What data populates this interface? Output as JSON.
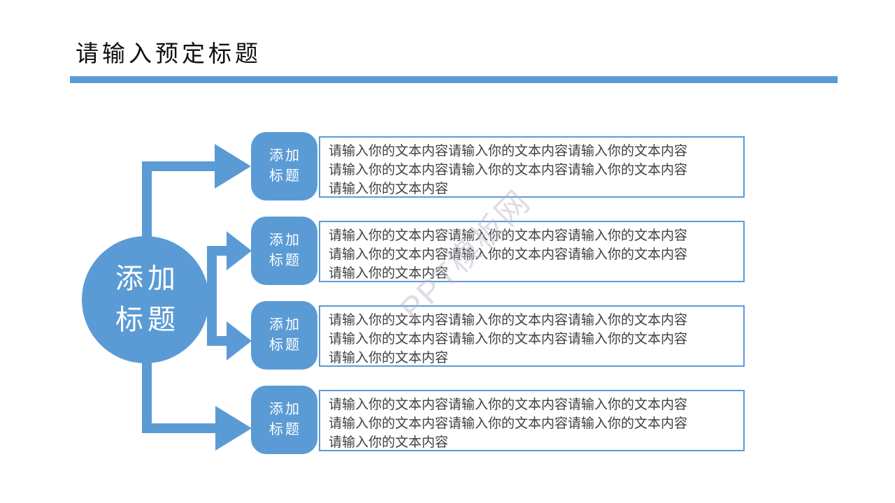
{
  "theme": {
    "accent_color": "#5B9BD5",
    "body_text_color": "#3f3f3f",
    "title_color": "#0f0f0f"
  },
  "header": {
    "title": "请输入预定标题"
  },
  "diagram": {
    "center_node": {
      "line1": "添加",
      "line2": "标题"
    },
    "rows": [
      {
        "badge": {
          "line1": "添加",
          "line2": "标题"
        },
        "body_lines": [
          "请输入你的文本内容请输入你的文本内容请输入你的文本内容",
          "请输入你的文本内容请输入你的文本内容请输入你的文本内容",
          "请输入你的文本内容"
        ]
      },
      {
        "badge": {
          "line1": "添加",
          "line2": "标题"
        },
        "body_lines": [
          "请输入你的文本内容请输入你的文本内容请输入你的文本内容",
          "请输入你的文本内容请输入你的文本内容请输入你的文本内容",
          "请输入你的文本内容"
        ]
      },
      {
        "badge": {
          "line1": "添加",
          "line2": "标题"
        },
        "body_lines": [
          "请输入你的文本内容请输入你的文本内容请输入你的文本内容",
          "请输入你的文本内容请输入你的文本内容请输入你的文本内容",
          "请输入你的文本内容"
        ]
      },
      {
        "badge": {
          "line1": "添加",
          "line2": "标题"
        },
        "body_lines": [
          "请输入你的文本内容请输入你的文本内容请输入你的文本内容",
          "请输入你的文本内容请输入你的文本内容请输入你的文本内容",
          "请输入你的文本内容"
        ]
      }
    ],
    "watermark": "PPT模板网"
  }
}
